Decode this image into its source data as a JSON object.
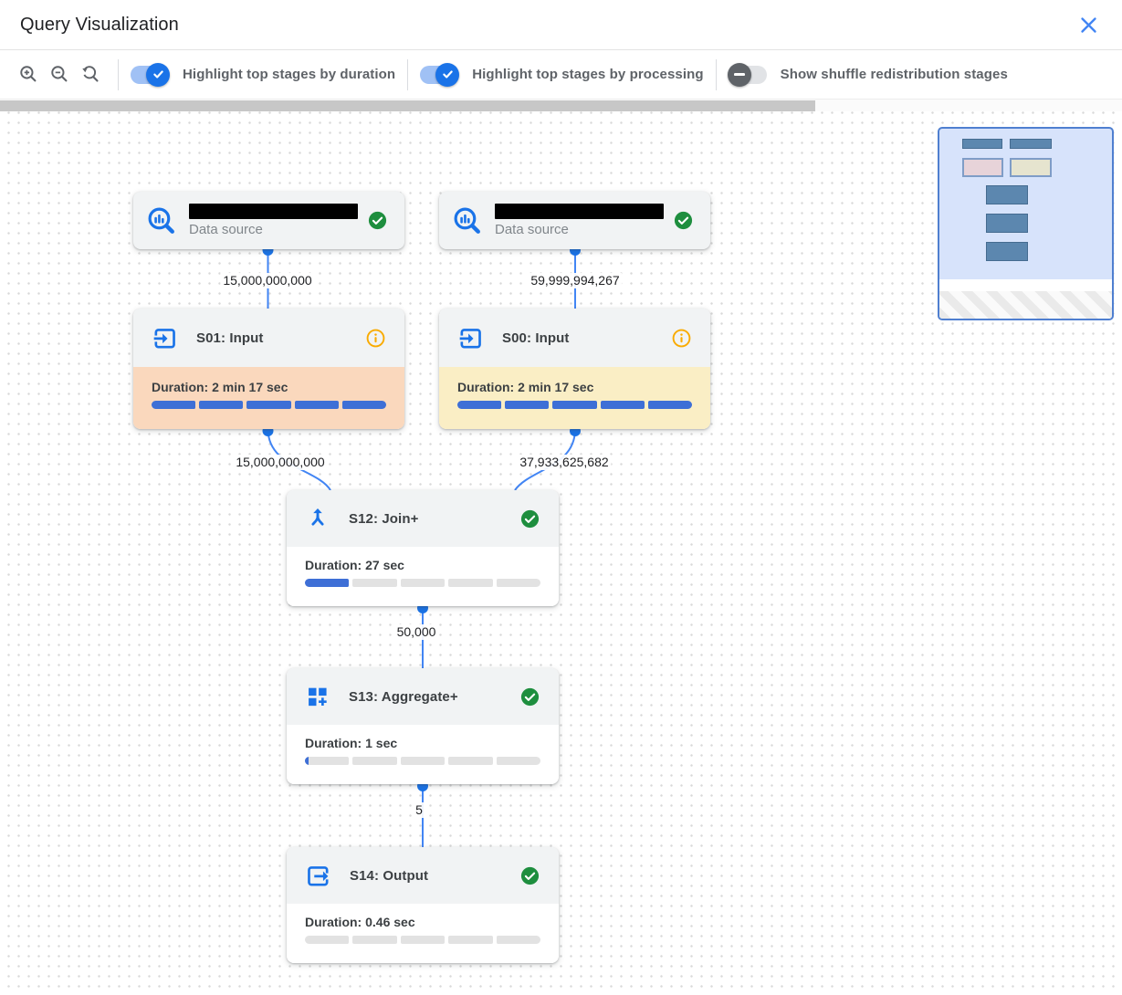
{
  "header": {
    "title": "Query Visualization",
    "close_icon": "close-icon"
  },
  "toolbar": {
    "zoom_controls": [
      {
        "name": "zoom-in",
        "icon": "zoom-in-icon"
      },
      {
        "name": "zoom-out",
        "icon": "zoom-out-icon"
      },
      {
        "name": "zoom-reset",
        "icon": "zoom-reset-icon"
      }
    ],
    "toggles": [
      {
        "label": "Highlight top stages by duration",
        "state": "on"
      },
      {
        "label": "Highlight top stages by processing",
        "state": "on"
      },
      {
        "label": "Show shuffle redistribution stages",
        "state": "off"
      }
    ]
  },
  "graph": {
    "data_sources": [
      {
        "label": "Data source",
        "name_redacted": true,
        "status": "success",
        "icon": "data-source-icon"
      },
      {
        "label": "Data source",
        "name_redacted": true,
        "status": "success",
        "icon": "data-source-icon"
      }
    ],
    "stages": [
      {
        "id": "S01",
        "title": "S01: Input",
        "duration": "Duration: 2 min 17 sec",
        "progress_pct": 100,
        "highlight": "duration",
        "status_icon": "info",
        "icon": "input-icon"
      },
      {
        "id": "S00",
        "title": "S00: Input",
        "duration": "Duration: 2 min 17 sec",
        "progress_pct": 100,
        "highlight": "processing",
        "status_icon": "info",
        "icon": "input-icon"
      },
      {
        "id": "S12",
        "title": "S12: Join+",
        "duration": "Duration: 27 sec",
        "progress_pct": 20,
        "highlight": "none",
        "status_icon": "success",
        "icon": "join-icon"
      },
      {
        "id": "S13",
        "title": "S13: Aggregate+",
        "duration": "Duration: 1 sec",
        "progress_pct": 1.5,
        "highlight": "none",
        "status_icon": "success",
        "icon": "aggregate-icon"
      },
      {
        "id": "S14",
        "title": "S14: Output",
        "duration": "Duration: 0.46 sec",
        "progress_pct": 0,
        "highlight": "none",
        "status_icon": "success",
        "icon": "output-icon"
      }
    ],
    "edges": [
      {
        "from": "data-source-1",
        "to": "S01",
        "rows": "15,000,000,000"
      },
      {
        "from": "data-source-2",
        "to": "S00",
        "rows": "59,999,994,267"
      },
      {
        "from": "S01",
        "to": "S12",
        "rows": "15,000,000,000"
      },
      {
        "from": "S00",
        "to": "S12",
        "rows": "37,933,625,682"
      },
      {
        "from": "S12",
        "to": "S13",
        "rows": "50,000"
      },
      {
        "from": "S13",
        "to": "S14",
        "rows": "5"
      }
    ]
  },
  "colors": {
    "accent_blue": "#1a73e8",
    "edge_blue": "#4285f4",
    "progress_blue": "#3e6fd6",
    "success_green": "#1e8e3e",
    "warning_orange": "#f9ab00",
    "duration_highlight": "#fad8bd",
    "processing_highlight": "#faeec5",
    "minimap_bg": "#d7e3fb",
    "minimap_node": "#5c87af"
  }
}
